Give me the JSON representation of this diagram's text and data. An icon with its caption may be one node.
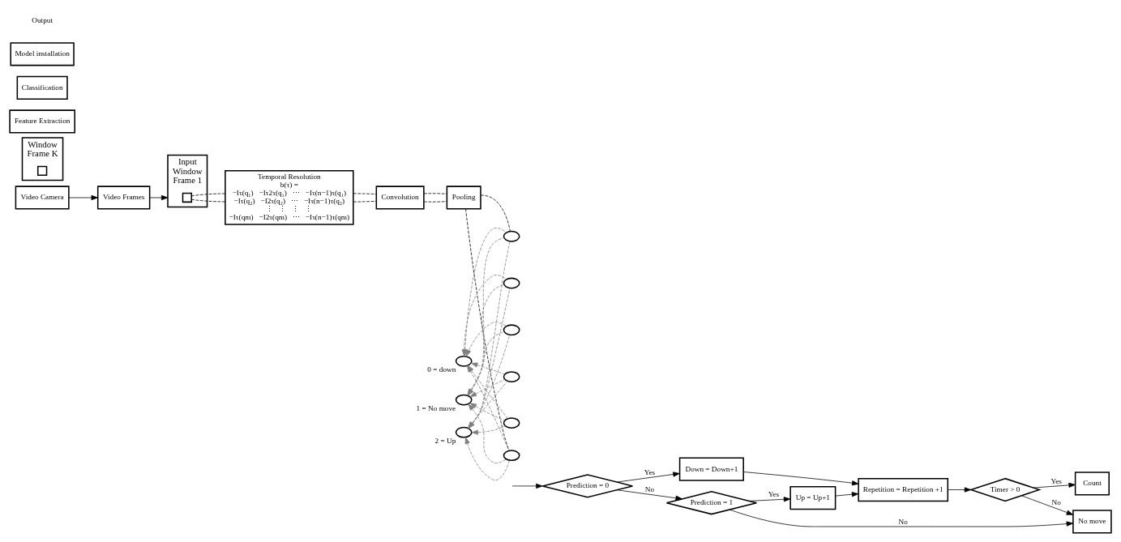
{
  "diagram": {
    "nodes": [
      {
        "text": [
          "Video Camera"
        ]
      },
      {
        "text": [
          "Video Frames"
        ]
      },
      {
        "text": [
          "Input",
          "Window",
          "Frame 1"
        ]
      },
      {
        "text": [],
        "shape": "box",
        "in": 2
      },
      {
        "text": [
          "Temporal Resolution",
          "b(τ) =",
          "−Iτ(q₁)   −Iτ2τ(q₁)   ⋯   −Iτ(n−1)τ(q₁)",
          "−Iτ(q₂)   −I2τ(q₂)   ⋯   −Iτ(n−1)τ(q₂)",
          "⋮   ⋮   ⋮   ⋮",
          "−Iτ(qm)   −I2τ(qm)   ⋯   −Iτ(n−1)τ(qm)"
        ]
      },
      {
        "text": [
          "Convolution"
        ]
      },
      {
        "text": [
          "Pooling"
        ]
      },
      {
        "text": [
          "Window",
          "Frame K"
        ]
      },
      {
        "text": [],
        "shape": "box",
        "in": 7
      },
      {
        "text": [
          "Feature Extraction"
        ]
      },
      {
        "text": [],
        "shape": "circle"
      },
      {
        "text": [],
        "shape": "circle"
      },
      {
        "text": [],
        "shape": "circle"
      },
      {
        "text": [],
        "shape": "circle"
      },
      {
        "text": [],
        "shape": "circle"
      },
      {
        "text": [],
        "shape": "circle"
      },
      {
        "text": [],
        "shape": "circle",
        "beside": [
          "0 = down"
        ]
      },
      {
        "text": [],
        "shape": "circle",
        "beside": [
          "1 = No move"
        ]
      },
      {
        "text": [],
        "shape": "circle",
        "beside": [
          "2 = Up"
        ]
      },
      {
        "text": [
          "Classification"
        ]
      },
      {
        "text": [
          "Model installation"
        ]
      },
      {
        "text": [
          "Prediction = 0"
        ]
      },
      {
        "text": [
          "Down = Down+1"
        ]
      },
      {
        "text": [
          "Repetition = Repetition +1"
        ]
      },
      {
        "text": [
          "Timer > 0"
        ]
      },
      {
        "text": [
          "Count"
        ]
      },
      {
        "text": [
          "Prediction = 1"
        ]
      },
      {
        "text": [
          "Up = Up+1"
        ]
      },
      {
        "text": [
          "No move"
        ]
      }
    ],
    "edges": [
      {
        "from": 0,
        "to": 1,
        "arrow": "to"
      },
      {
        "from": 1,
        "to": 2,
        "arrow": "to"
      },
      {
        "from": 3,
        "to": 4,
        "arrow": "none",
        "style": "dashed"
      },
      {
        "from": 3,
        "to": 4,
        "arrow": "none",
        "style": "dashed"
      },
      {
        "from": 4,
        "to": 5,
        "arrow": "none",
        "style": "dashed"
      },
      {
        "from": 4,
        "to": 5,
        "arrow": "none",
        "style": "dashed"
      },
      {
        "from": 5,
        "to": 6,
        "arrow": "none",
        "style": "dashed"
      },
      {
        "from": 5,
        "to": 6,
        "arrow": "none",
        "style": "dashed"
      },
      {
        "from": 6,
        "to": 10,
        "arrow": "none",
        "style": "dashed"
      },
      {
        "from": 6,
        "to": 15,
        "arrow": "none",
        "style": "dashed"
      },
      {
        "from": 10,
        "to": 16,
        "arrow": "to",
        "style": "dashed",
        "color": "#808080"
      },
      {
        "from": 10,
        "to": 17,
        "arrow": "to",
        "style": "dashed",
        "color": "#808080"
      },
      {
        "from": 10,
        "to": 18,
        "arrow": "to",
        "style": "dashed",
        "color": "#808080"
      },
      {
        "from": 11,
        "to": 16,
        "arrow": "to",
        "style": "dashed",
        "color": "#808080"
      },
      {
        "from": 11,
        "to": 17,
        "arrow": "to",
        "style": "dashed",
        "color": "#808080"
      },
      {
        "from": 11,
        "to": 18,
        "arrow": "to",
        "style": "dashed",
        "color": "#808080"
      },
      {
        "from": 12,
        "to": 16,
        "arrow": "to",
        "style": "dashed",
        "color": "#808080"
      },
      {
        "from": 12,
        "to": 17,
        "arrow": "to",
        "style": "dashed",
        "color": "#808080"
      },
      {
        "from": 12,
        "to": 18,
        "arrow": "to",
        "style": "dashed",
        "color": "#808080"
      },
      {
        "from": 13,
        "to": 16,
        "arrow": "to",
        "style": "dashed",
        "color": "#808080"
      },
      {
        "from": 13,
        "to": 17,
        "arrow": "to",
        "style": "dashed",
        "color": "#808080"
      },
      {
        "from": 13,
        "to": 18,
        "arrow": "to",
        "style": "dashed",
        "color": "#808080"
      },
      {
        "from": 14,
        "to": 16,
        "arrow": "to",
        "style": "dashed",
        "color": "#808080"
      },
      {
        "from": 14,
        "to": 17,
        "arrow": "to",
        "style": "dashed",
        "color": "#808080"
      },
      {
        "from": 14,
        "to": 18,
        "arrow": "to",
        "style": "dashed",
        "color": "#808080"
      },
      {
        "from": 15,
        "to": 16,
        "arrow": "to",
        "style": "dashed",
        "color": "#808080"
      },
      {
        "from": 15,
        "to": 17,
        "arrow": "to",
        "style": "dashed",
        "color": "#808080"
      },
      {
        "from": 15,
        "to": 18,
        "arrow": "to",
        "style": "dashed",
        "color": "#808080"
      },
      {
        "from": null,
        "to": 21,
        "arrow": "to"
      },
      {
        "from": 21,
        "to": 22,
        "arrow": "to",
        "label": "Yes"
      },
      {
        "from": 22,
        "to": 23,
        "arrow": "to"
      },
      {
        "from": 21,
        "to": 26,
        "arrow": "to",
        "label": "No"
      },
      {
        "from": 26,
        "to": 27,
        "arrow": "to",
        "label": "Yes"
      },
      {
        "from": 27,
        "to": 23,
        "arrow": "to"
      },
      {
        "from": 23,
        "to": 24,
        "arrow": "to"
      },
      {
        "from": 24,
        "to": 25,
        "arrow": "to",
        "label": "Yes"
      },
      {
        "from": 24,
        "to": 28,
        "arrow": "to",
        "label": "No"
      },
      {
        "from": 26,
        "to": 28,
        "arrow": "to",
        "label": "No"
      }
    ],
    "labels": [
      "Output"
    ]
  }
}
